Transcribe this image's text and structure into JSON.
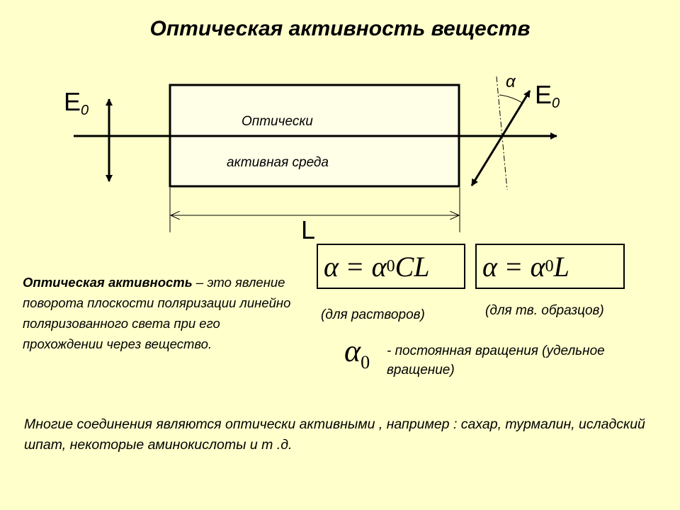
{
  "title": "Оптическая активность веществ",
  "diagram": {
    "e0_left": "E",
    "e0_left_sub": "0",
    "e0_right": "E",
    "e0_right_sub": "0",
    "alpha": "α",
    "medium_line1": "Оптически",
    "medium_line2": "активная среда",
    "length": "L"
  },
  "formulas": {
    "solutions": {
      "lhs": "α",
      "eq": "=",
      "coef": "α",
      "coef_sub": "0",
      "rhs": "CL",
      "note": "(для растворов)"
    },
    "solids": {
      "lhs": "α",
      "eq": "=",
      "coef": "α",
      "coef_sub": "0",
      "rhs": "L",
      "note": "(для тв. образцов)"
    }
  },
  "definition": {
    "term": "Оптическая активность",
    "text": " – это явление  поворота плоскости поляризации линейно поляризованного света при его прохождении через вещество."
  },
  "constant": {
    "symbol": "α",
    "symbol_sub": "0",
    "description": "- постоянная вращения (удельное вращение)"
  },
  "footer": "Многие  соединения являются оптически активными , например : сахар, турмалин, исладский шпат, некоторые  аминокислоты и т .д."
}
